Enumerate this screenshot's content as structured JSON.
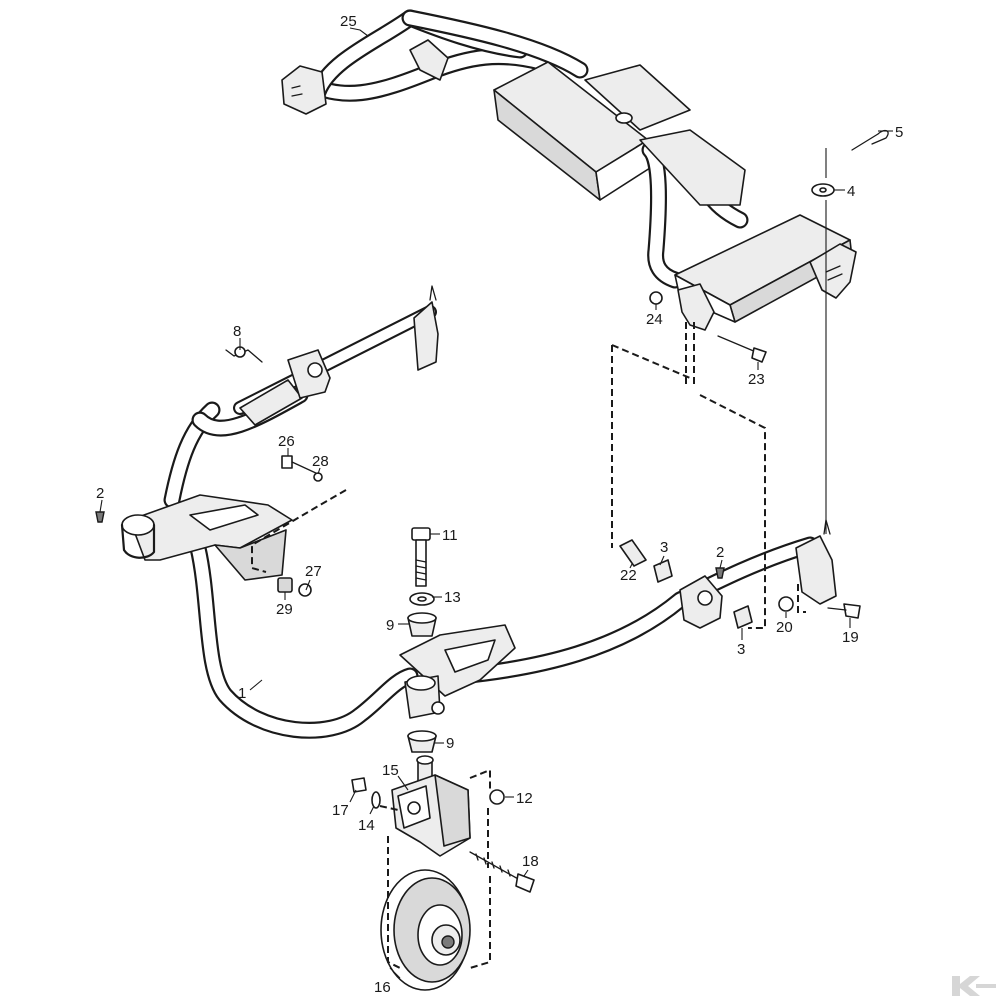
{
  "callouts": {
    "c1": "1",
    "c2a": "2",
    "c2b": "2",
    "c3a": "3",
    "c3b": "3",
    "c4": "4",
    "c5": "5",
    "c8": "8",
    "c9a": "9",
    "c9b": "9",
    "c11": "11",
    "c12": "12",
    "c13": "13",
    "c14": "14",
    "c15": "15",
    "c16": "16",
    "c17": "17",
    "c18": "18",
    "c19": "19",
    "c20": "20",
    "c22": "22",
    "c23": "23",
    "c24": "24",
    "c25": "25",
    "c26": "26",
    "c27": "27",
    "c28": "28",
    "c29": "29"
  },
  "colors": {
    "ink": "#1a1a1a",
    "shade": "#d9d9d9",
    "light": "#ededed",
    "logo": "#d6d6d6"
  },
  "icons": {
    "logo": "brand-k-logo"
  }
}
